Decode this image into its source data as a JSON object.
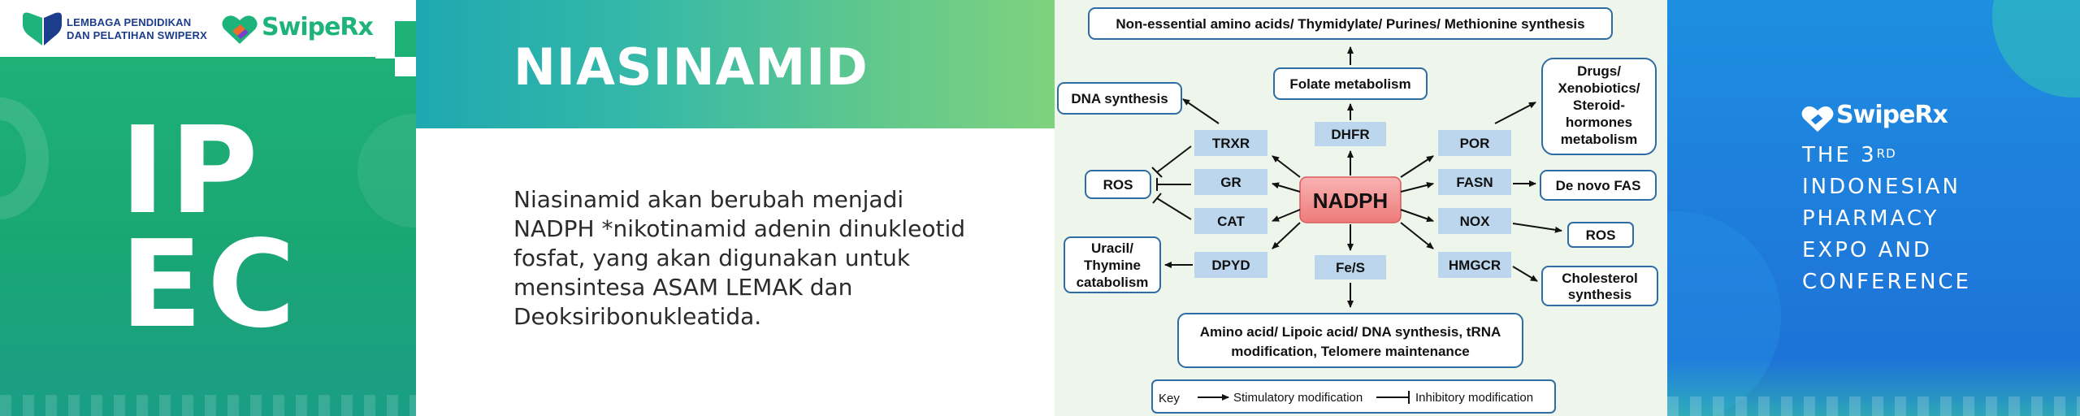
{
  "left_panel": {
    "org_name_line1": "LEMBAGA PENDIDIKAN",
    "org_name_line2": "DAN PELATIHAN SWIPERX",
    "brand": "SwipeRx",
    "event_mark_line1": "IP",
    "event_mark_line2": "EC"
  },
  "slide": {
    "title": "NIASINAMID",
    "body": "Niasinamid akan berubah menjadi NADPH *nikotinamid adenin dinukleotid fosfat, yang akan digunakan untuk mensintesa ASAM LEMAK dan Deoksiribonukleatida."
  },
  "diagram": {
    "center": "NADPH",
    "top_outcome": "Non-essential amino acids/ Thymidylate/ Purines/ Methionine synthesis",
    "folate": "Folate metabolism",
    "dna_synthesis": "DNA synthesis",
    "enzymes_left": [
      "TRXR",
      "GR",
      "CAT",
      "DPYD"
    ],
    "enzymes_center": [
      "DHFR",
      "Fe/S"
    ],
    "enzymes_right": [
      "POR",
      "FASN",
      "NOX",
      "HMGCR"
    ],
    "ros_left": "ROS",
    "uracil_line1": "Uracil/",
    "uracil_line2": "Thymine",
    "uracil_line3": "catabolism",
    "drugs_line1": "Drugs/",
    "drugs_line2": "Xenobiotics/",
    "drugs_line3": "Steroid-",
    "drugs_line4": "hormones",
    "drugs_line5": "metabolism",
    "denovo": "De novo  FAS",
    "ros_right": "ROS",
    "chol_line1": "Cholesterol",
    "chol_line2": "synthesis",
    "bottom_line1": "Amino acid/ Lipoic acid/ DNA synthesis, tRNA",
    "bottom_line2": "modification, Telomere maintenance",
    "key_label": "Key",
    "key_stim": "Stimulatory modification",
    "key_inhib": "Inhibitory modification"
  },
  "right_panel": {
    "brand": "SwipeRx",
    "line1_prefix": "THE 3",
    "line1_sup": "RD",
    "line2": "INDONESIAN",
    "line3": "PHARMACY",
    "line4": "EXPO AND",
    "line5": "CONFERENCE"
  },
  "colors": {
    "green": "#1fb477",
    "teal_gradient_start": "#1ea8b0",
    "teal_gradient_end": "#7fd27e",
    "nadph_red": "#f08080",
    "enzyme_blue": "#bcd6ee",
    "box_stroke": "#2e6da4",
    "right_blue": "#1e7fdc"
  }
}
